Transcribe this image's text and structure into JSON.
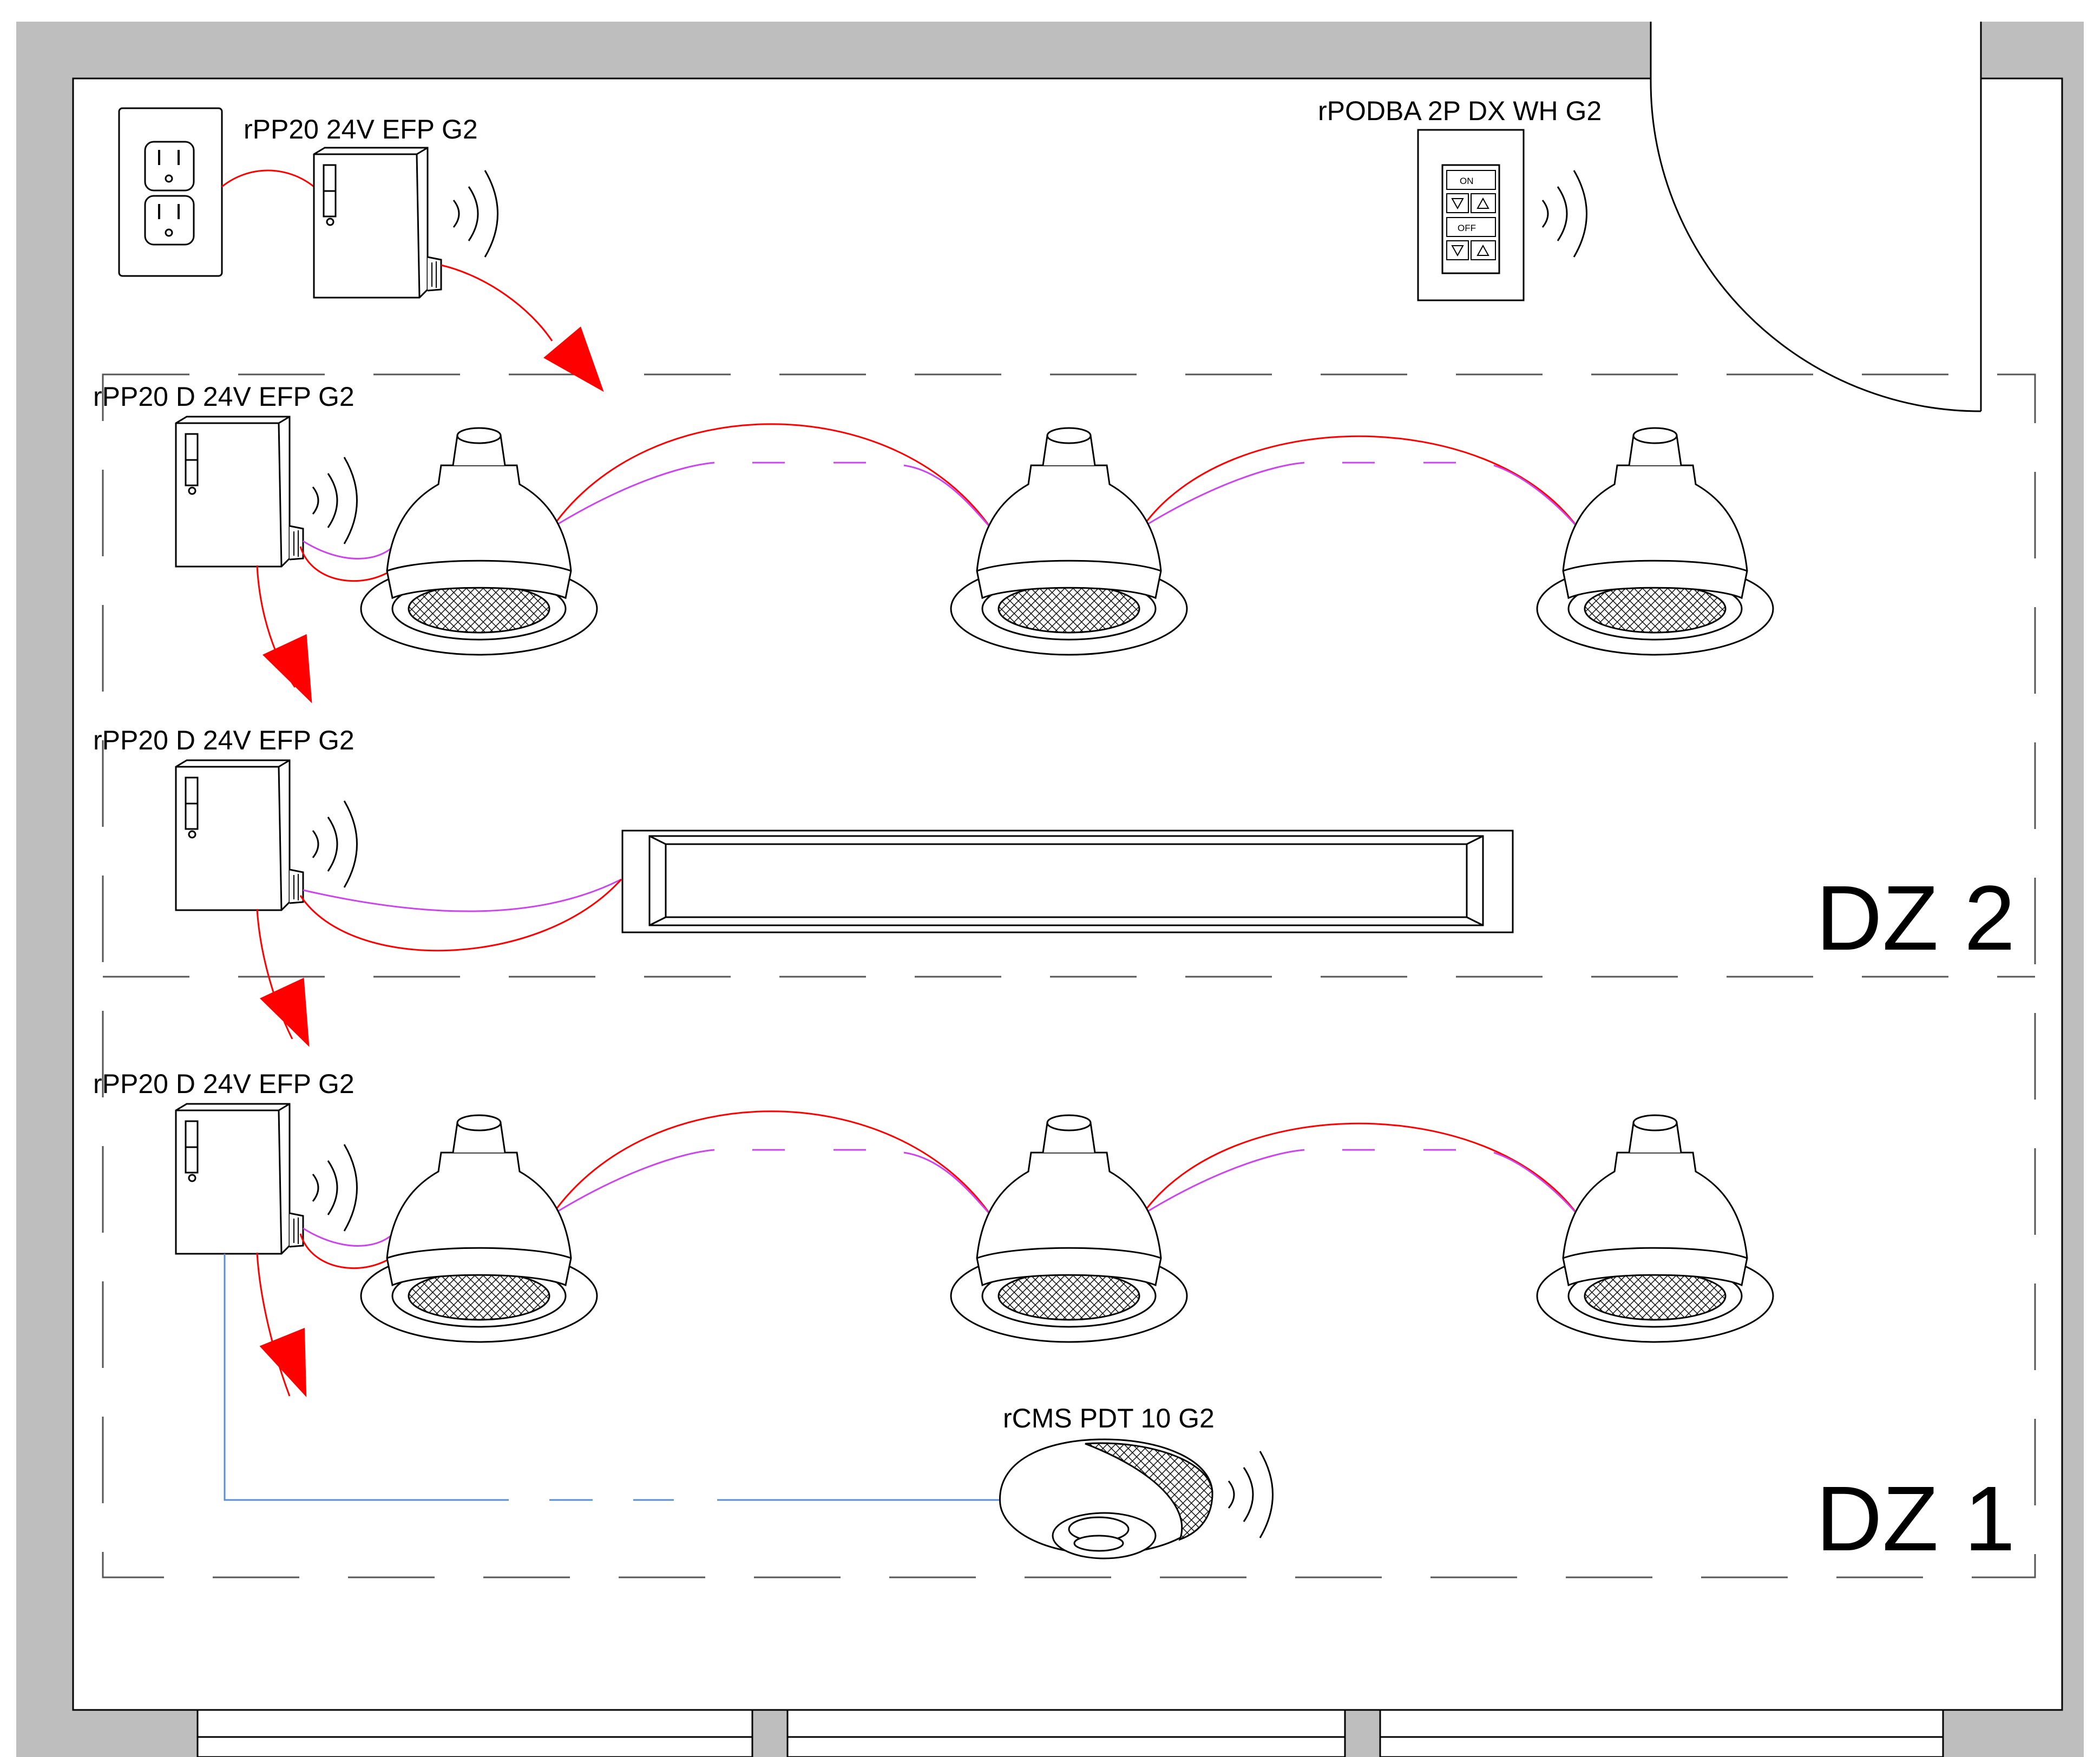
{
  "devices": {
    "plug_top": {
      "label": "rPP20 24V EFP G2"
    },
    "wall_station": {
      "label": "rPODBA 2P DX WH G2",
      "on": "ON",
      "off": "OFF"
    },
    "pp_row1": {
      "label": "rPP20 D 24V EFP G2"
    },
    "pp_row2": {
      "label": "rPP20 D 24V EFP G2"
    },
    "pp_row3": {
      "label": "rPP20 D 24V EFP G2"
    },
    "sensor": {
      "label": "rCMS PDT 10 G2"
    }
  },
  "zones": {
    "dz2": "DZ 2",
    "dz1": "DZ 1"
  },
  "colors": {
    "wall": "#bebebe",
    "power_wire": "#ff0000",
    "dim_wire": "#cc44ee",
    "sensor_wire": "#5b8fd1",
    "arrow": "#ff0000"
  }
}
